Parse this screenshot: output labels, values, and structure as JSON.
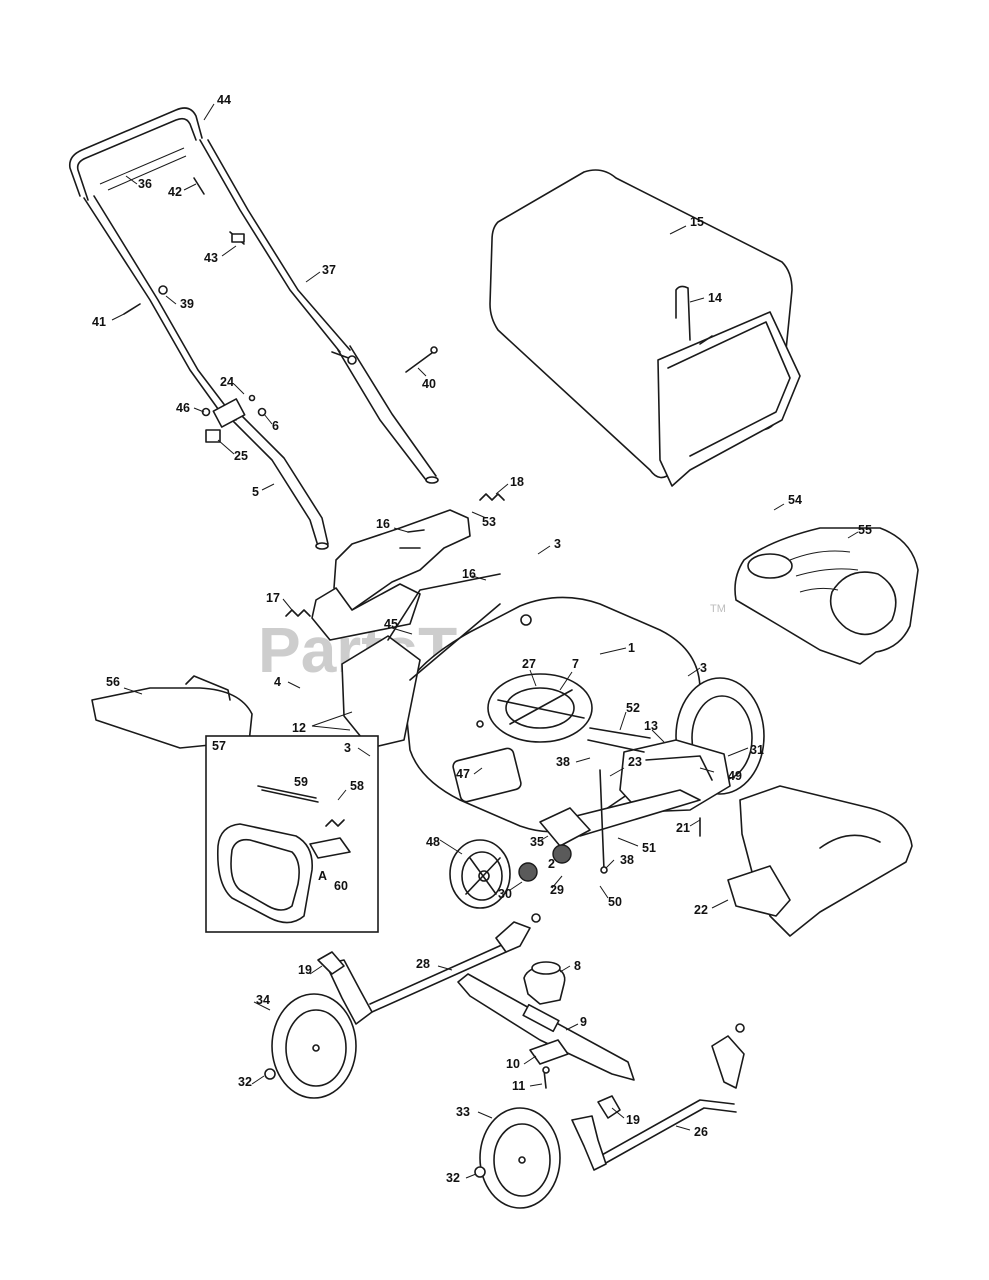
{
  "watermark": {
    "text": "PartsTree",
    "tm": "TM"
  },
  "inset": {
    "number": "57",
    "letter": "A"
  },
  "callouts": [
    "1",
    "2",
    "3",
    "4",
    "5",
    "6",
    "7",
    "8",
    "9",
    "10",
    "11",
    "12",
    "13",
    "14",
    "15",
    "16",
    "17",
    "18",
    "19",
    "21",
    "22",
    "23",
    "24",
    "25",
    "26",
    "27",
    "28",
    "29",
    "30",
    "31",
    "32",
    "33",
    "34",
    "35",
    "36",
    "37",
    "38",
    "39",
    "40",
    "41",
    "42",
    "43",
    "44",
    "45",
    "46",
    "47",
    "48",
    "49",
    "50",
    "51",
    "52",
    "53",
    "54",
    "55",
    "56",
    "58",
    "59",
    "60"
  ]
}
